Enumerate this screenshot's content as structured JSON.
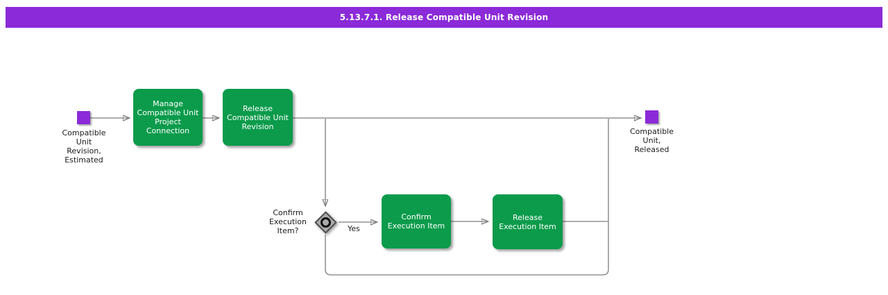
{
  "title": "5.13.7.1. Release Compatible Unit Revision",
  "colors": {
    "purple": "#8B2AD8",
    "green": "#0B9B4B",
    "line": "#7d7d7d",
    "diamond": "#ababab",
    "diamond-border": "#4f4f4f"
  },
  "events": {
    "start": {
      "label": "Compatible\nUnit\nRevision,\nEstimated"
    },
    "end": {
      "label": "Compatible\nUnit,\nReleased"
    }
  },
  "tasks": [
    {
      "label": "Manage\nCompatible Unit\nProject\nConnection"
    },
    {
      "label": "Release\nCompatible Unit\nRevision"
    },
    {
      "label": "Confirm\nExecution Item"
    },
    {
      "label": "Release\nExecution Item"
    }
  ],
  "gateway": {
    "label": "Confirm\nExecution\nItem?",
    "yes_label": "Yes"
  }
}
